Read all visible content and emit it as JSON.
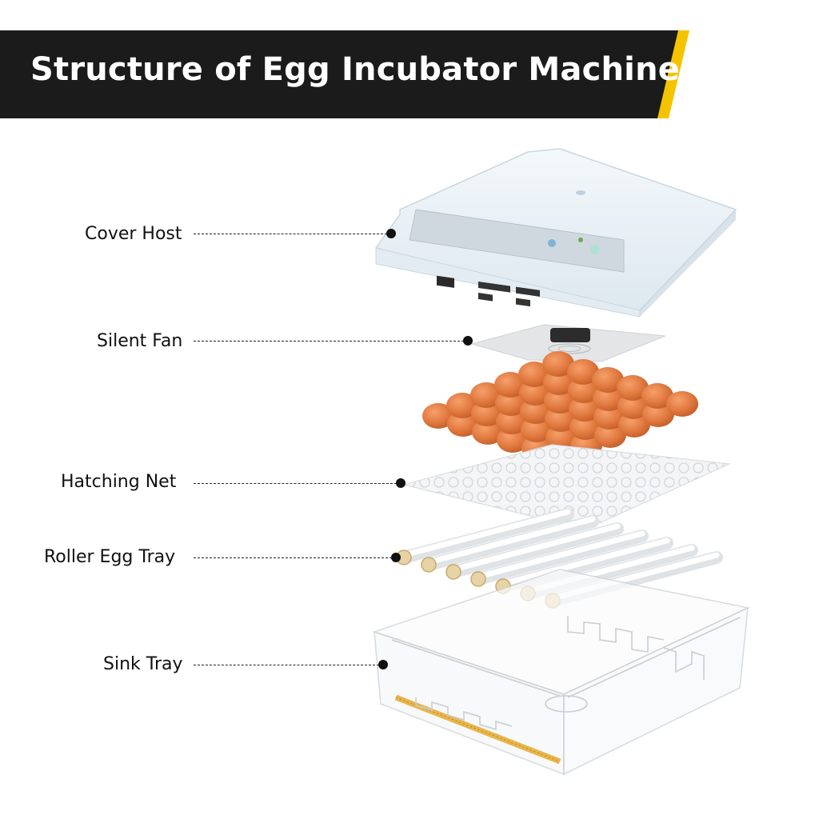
{
  "header": {
    "title": "Structure of Egg Incubator Machine",
    "colors": {
      "banner": "#1b1b1b",
      "accent": "#f5c400"
    }
  },
  "parts": [
    {
      "id": "cover-host",
      "label": "Cover Host"
    },
    {
      "id": "silent-fan",
      "label": "Silent Fan"
    },
    {
      "id": "hatching-net",
      "label": "Hatching Net"
    },
    {
      "id": "roller-egg-tray",
      "label": "Roller Egg Tray"
    },
    {
      "id": "sink-tray",
      "label": "Sink Tray"
    }
  ],
  "colors": {
    "egg": "#e0793f",
    "cover": "#eef4f8",
    "roller_cap": "#e7d3a6",
    "sink_strip": "#e9b54a"
  }
}
